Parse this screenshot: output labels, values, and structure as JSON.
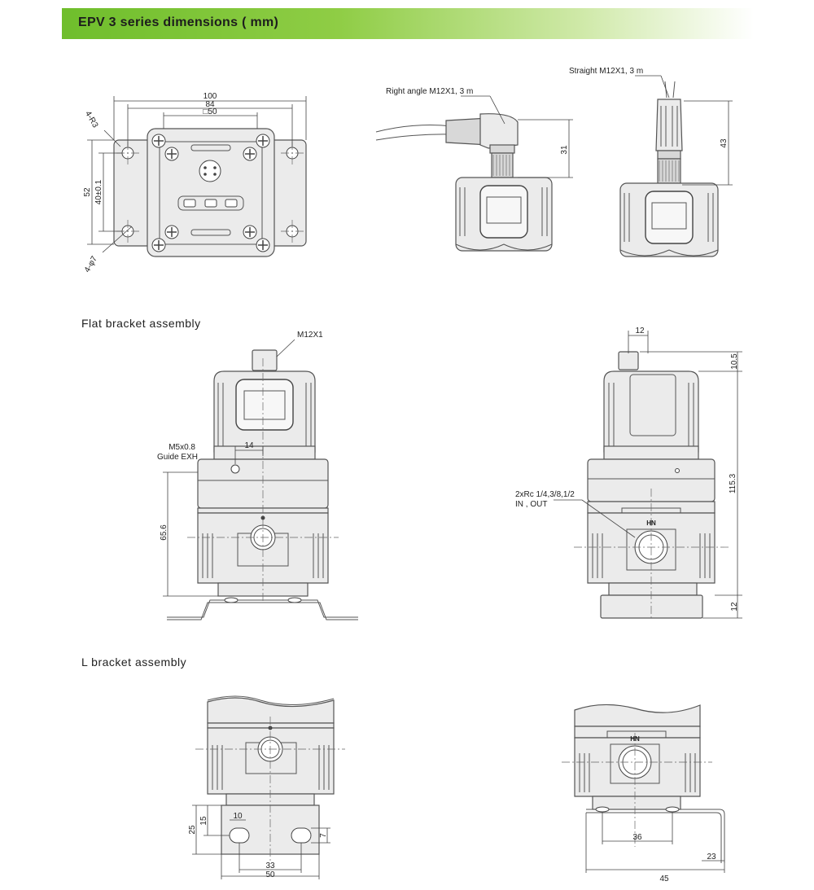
{
  "header": {
    "title": "EPV 3 series dimensions ( mm)"
  },
  "sections": {
    "flat_bracket": "Flat bracket assembly",
    "l_bracket": "L bracket assembly"
  },
  "top_view": {
    "dim_100": "100",
    "dim_84": "84",
    "dim_50": "□50",
    "dim_52": "52",
    "dim_40": "40±0.1",
    "radius": "4-R3",
    "hole": "4-φ7"
  },
  "cables": {
    "right_angle": "Right angle M12X1, 3 m",
    "straight": "Straight M12X1, 3 m",
    "dim_31": "31",
    "dim_43": "43"
  },
  "flat_front": {
    "connector": "M12X1",
    "exh": "M5x0.8",
    "exh2": "Guide EXH",
    "dim_14": "14",
    "dim_656": "65.6"
  },
  "flat_side": {
    "dim_12": "12",
    "dim_105": "10.5",
    "dim_1153": "115.3",
    "dim_12b": "12",
    "port": "2xRc 1/4,3/8,1/2",
    "port2": "IN , OUT",
    "badge": "HN"
  },
  "l_front": {
    "dim_10": "10",
    "dim_25": "25",
    "dim_15": "15",
    "dim_7": "7",
    "dim_33": "33",
    "dim_50": "50"
  },
  "l_side": {
    "dim_36": "36",
    "dim_23": "23",
    "dim_45": "45",
    "badge": "HN"
  }
}
